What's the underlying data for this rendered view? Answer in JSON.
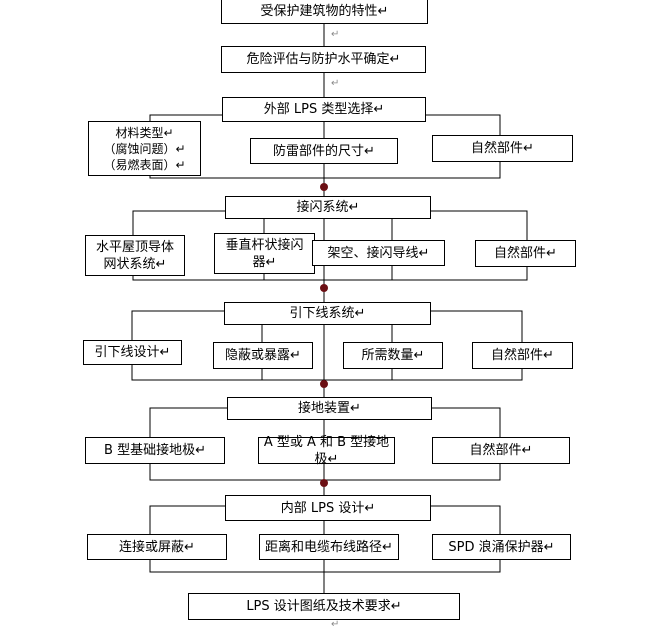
{
  "boxes": {
    "b01": "受保护建筑物的特性↵",
    "b02": "危险评估与防护水平确定↵",
    "b03": "外部 LPS 类型选择↵",
    "b04": "材料类型↵\n（腐蚀问题）↵\n（易燃表面）↵",
    "b05": "防雷部件的尺寸↵",
    "b06": "自然部件↵",
    "b07": "接闪系统↵",
    "b08": "水平屋顶导体\n网状系统↵",
    "b09": "垂直杆状接闪\n器↵",
    "b10": "架空、接闪导线↵",
    "b11": "自然部件↵",
    "b12": "引下线系统↵",
    "b13": "引下线设计↵",
    "b14": "隐蔽或暴露↵",
    "b15": "所需数量↵",
    "b16": "自然部件↵",
    "b17": "接地装置↵",
    "b18": "B 型基础接地极↵",
    "b19": "A 型或 A 和 B 型接地极↵",
    "b20": "自然部件↵",
    "b21": "内部 LPS 设计↵",
    "b22": "连接或屏蔽↵",
    "b23": "距离和电缆布线路径↵",
    "b24": "SPD 浪涌保护器↵",
    "b25": "LPS 设计图纸及技术要求↵"
  },
  "paragraph_mark": "↵",
  "colors": {
    "line": "#000000",
    "junction_dot": "#6b0f14",
    "paragraph_mark": "#8a8a8a"
  }
}
